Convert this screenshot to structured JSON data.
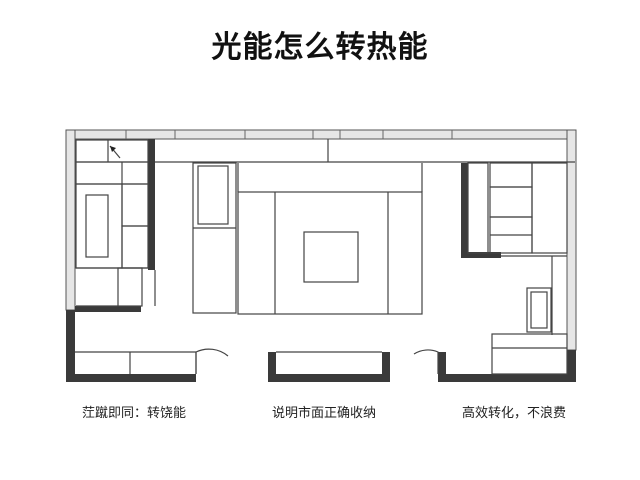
{
  "title": "光能怎么转热能",
  "captions": {
    "left": "茳蹴即同：转饶能",
    "middle": "说明市面正确收纳",
    "right": "高效转化，不浪费"
  },
  "colors": {
    "wall_dark": "#3a3a3a",
    "wall_light": "#e6e6e6",
    "line": "#444444",
    "background": "#ffffff"
  }
}
